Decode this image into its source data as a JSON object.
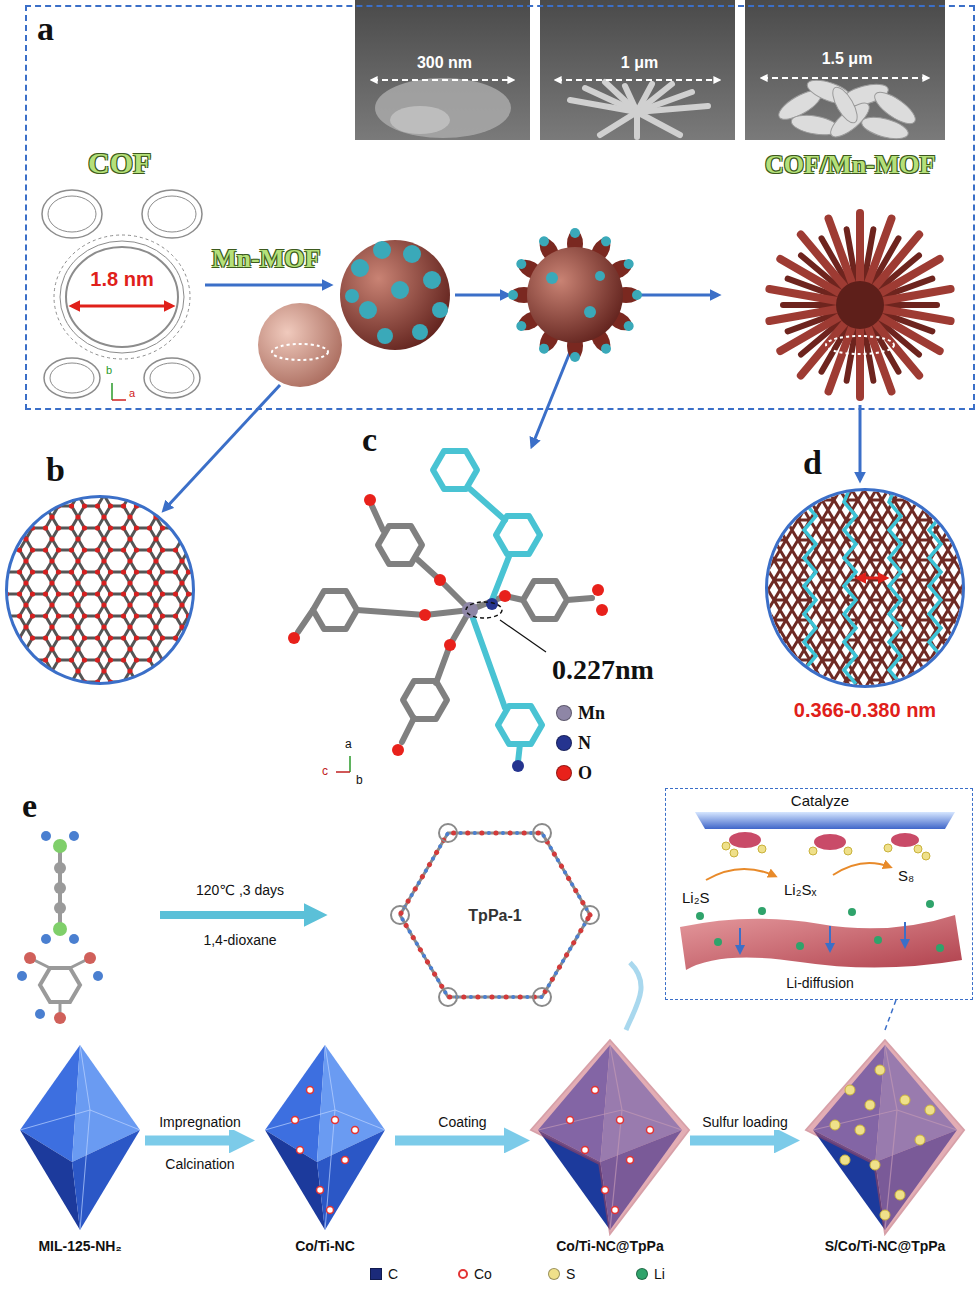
{
  "diagram": {
    "nodes": [
      {
        "text": [
          "a"
        ]
      },
      {
        "text": [
          "300 nm"
        ],
        "in": 0
      },
      {
        "text": [
          "1 μm"
        ],
        "in": 0
      },
      {
        "text": [
          "1.5 μm"
        ],
        "in": 0
      },
      {
        "text": [
          "b"
        ]
      },
      {
        "text": [
          "d",
          "0.366-0.380 nm"
        ]
      },
      {
        "text": [
          "TpPa-1"
        ]
      },
      {
        "text": [
          "Catalyze",
          "Li₂S",
          "Li₂Sₓ",
          "S₈",
          "Li-diffusion"
        ]
      },
      {
        "text": [
          "MIL-125-NH₂"
        ]
      },
      {
        "text": [
          "Co/Ti-NC"
        ]
      },
      {
        "text": [
          "Co/Ti-NC@TpPa"
        ]
      },
      {
        "text": [
          "S/Co/Ti-NC@TpPa"
        ]
      }
    ],
    "edges": [
      {
        "from": 6,
        "to": 10,
        "arrow": "none"
      },
      {
        "from": 8,
        "to": 9,
        "label": "Impregnation",
        "arrow": "to"
      },
      {
        "from": 9,
        "to": 10,
        "label": "Coating",
        "arrow": "to"
      },
      {
        "from": 10,
        "to": 11,
        "label": "Sulfur loading",
        "arrow": "to"
      },
      {
        "from": 7,
        "to": 11,
        "arrow": "none"
      }
    ],
    "labels": [
      "COF",
      "1.8 nm",
      "b",
      "a",
      "Mn-MOF",
      "COF/Mn-MOF",
      "c",
      "0.227nm",
      "a",
      "c",
      "b",
      "e",
      "120℃ ,3 days",
      "1,4-dioxane",
      "Calcination"
    ],
    "legend": [
      {
        "text": "Mn",
        "color": "#8e86a6"
      },
      {
        "text": "N",
        "color": "#25348f"
      },
      {
        "text": "O",
        "color": "#e8211b"
      },
      {
        "text": "C",
        "color": "#1b2a7a"
      },
      {
        "text": "Co"
      },
      {
        "text": "S",
        "color": "#efe08a"
      },
      {
        "text": "Li",
        "color": "#2fa36b"
      }
    ]
  }
}
